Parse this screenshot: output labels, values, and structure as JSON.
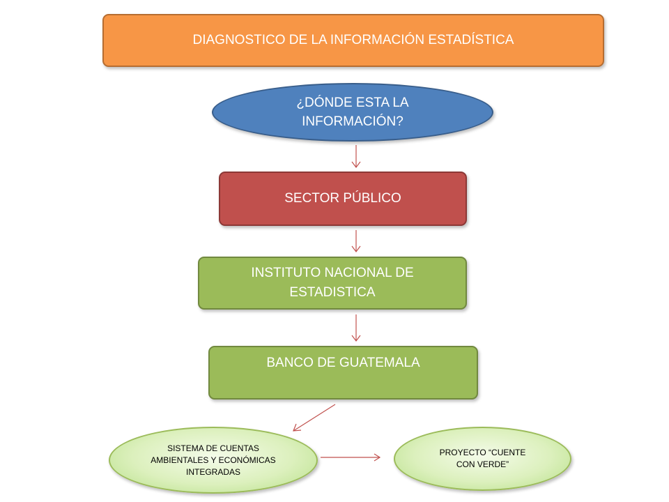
{
  "diagram": {
    "title": "DIAGNOSTICO DE LA INFORMACIÓN ESTADÍSTICA",
    "question": "¿DÓNDE ESTA LA INFORMACIÓN?",
    "public_sector": "SECTOR PÚBLICO",
    "ine": "INSTITUTO NACIONAL DE ESTADISTICA",
    "banguat": "BANCO DE GUATEMALA",
    "scaei": "SISTEMA DE CUENTAS AMBIENTALES Y ECONÓMICAS INTEGRADAS",
    "proyecto": "PROYECTO “CUENTE CON VERDE”"
  },
  "colors": {
    "title_fill": "#f79646",
    "question_fill": "#4f81bd",
    "public_sector_fill": "#c0504d",
    "green_fill": "#9bbb59",
    "soft_green_fill": "#dcf0bd",
    "arrow": "#c0504d"
  }
}
